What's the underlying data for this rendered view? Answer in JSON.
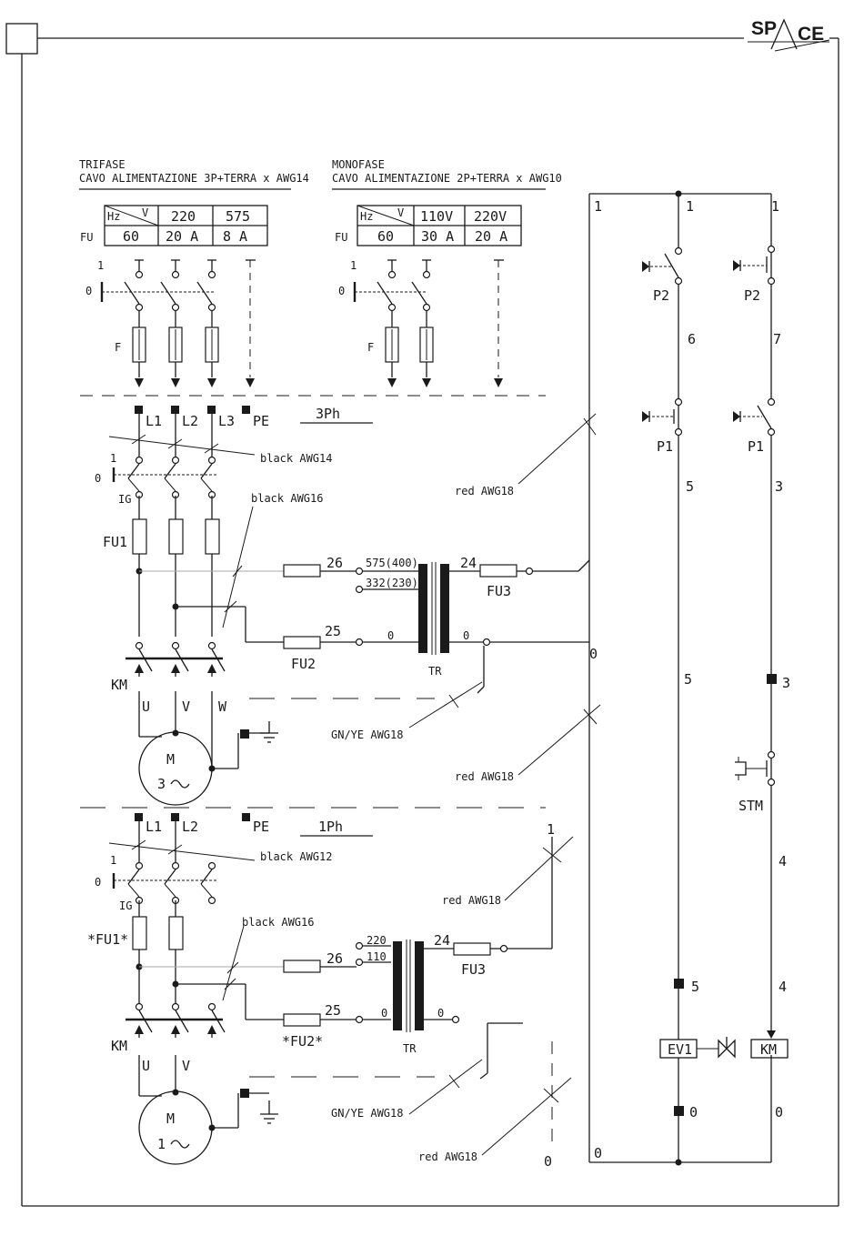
{
  "logo": {
    "text_left": "SP",
    "text_right": "CE"
  },
  "supply": {
    "threephase": {
      "title": "TRIFASE",
      "cable": "CAVO ALIMENTAZIONE 3P+TERRA x AWG14",
      "hz_label": "Hz",
      "v_label": "V",
      "fu_label": "FU",
      "voltages": [
        "220",
        "575"
      ],
      "hz_value": "60",
      "amps": [
        "20 A",
        "8 A"
      ]
    },
    "singlephase": {
      "title": "MONOFASE",
      "cable": "CAVO ALIMENTAZIONE 2P+TERRA x AWG10",
      "hz_label": "Hz",
      "v_label": "V",
      "fu_label": "FU",
      "voltages": [
        "110V",
        "220V"
      ],
      "hz_value": "60",
      "amps": [
        "30 A",
        "20 A"
      ]
    }
  },
  "switch_labels": {
    "on": "1",
    "off": "0",
    "fuse": "F"
  },
  "section_3ph": {
    "tag": "3Ph",
    "terminals": [
      "L1",
      "L2",
      "L3",
      "PE"
    ],
    "cables": [
      "black AWG14",
      "black AWG16",
      "red AWG18",
      "GN/YE AWG18",
      "red AWG18"
    ],
    "switch": "IG",
    "fuse1": "FU1",
    "fuse2": "FU2",
    "fuse3": "FU3",
    "wire_26": "26",
    "wire_25": "25",
    "wire_24": "24",
    "tap_575": "575(400)",
    "tap_332": "332(230)",
    "zero_a": "0",
    "zero_b": "0",
    "transformer": "TR",
    "contactor": "KM",
    "phases": [
      "U",
      "V",
      "W"
    ],
    "motor": "M",
    "motor_sub": "3"
  },
  "section_1ph": {
    "tag": "1Ph",
    "terminals": [
      "L1",
      "L2",
      "PE"
    ],
    "cables": [
      "black AWG12",
      "black AWG16",
      "red AWG18",
      "GN/YE AWG18",
      "red AWG18"
    ],
    "switch": "IG",
    "fuse1": "*FU1*",
    "fuse2": "*FU2*",
    "fuse3": "FU3",
    "wire_26": "26",
    "wire_25": "25",
    "wire_24": "24",
    "tap_220": "220",
    "tap_110": "110",
    "zero_a": "0",
    "zero_b": "0",
    "transformer": "TR",
    "contactor": "KM",
    "phases": [
      "U",
      "V"
    ],
    "motor": "M",
    "motor_sub": "1",
    "wire_1": "1",
    "wire_0": "0"
  },
  "control": {
    "left_1": "1",
    "left_0_mid": "0",
    "left_0_bot": "0",
    "col1": {
      "top": "1",
      "p2": "P2",
      "w6": "6",
      "p1": "P1",
      "w5a": "5",
      "w5b": "5",
      "w5c": "5",
      "w0": "0",
      "ev": "EV1"
    },
    "col2": {
      "top": "1",
      "p2": "P2",
      "w7": "7",
      "p1": "P1",
      "w3a": "3",
      "w3b": "3",
      "stm": "STM",
      "w4a": "4",
      "w4b": "4",
      "w0": "0",
      "km": "KM"
    }
  }
}
